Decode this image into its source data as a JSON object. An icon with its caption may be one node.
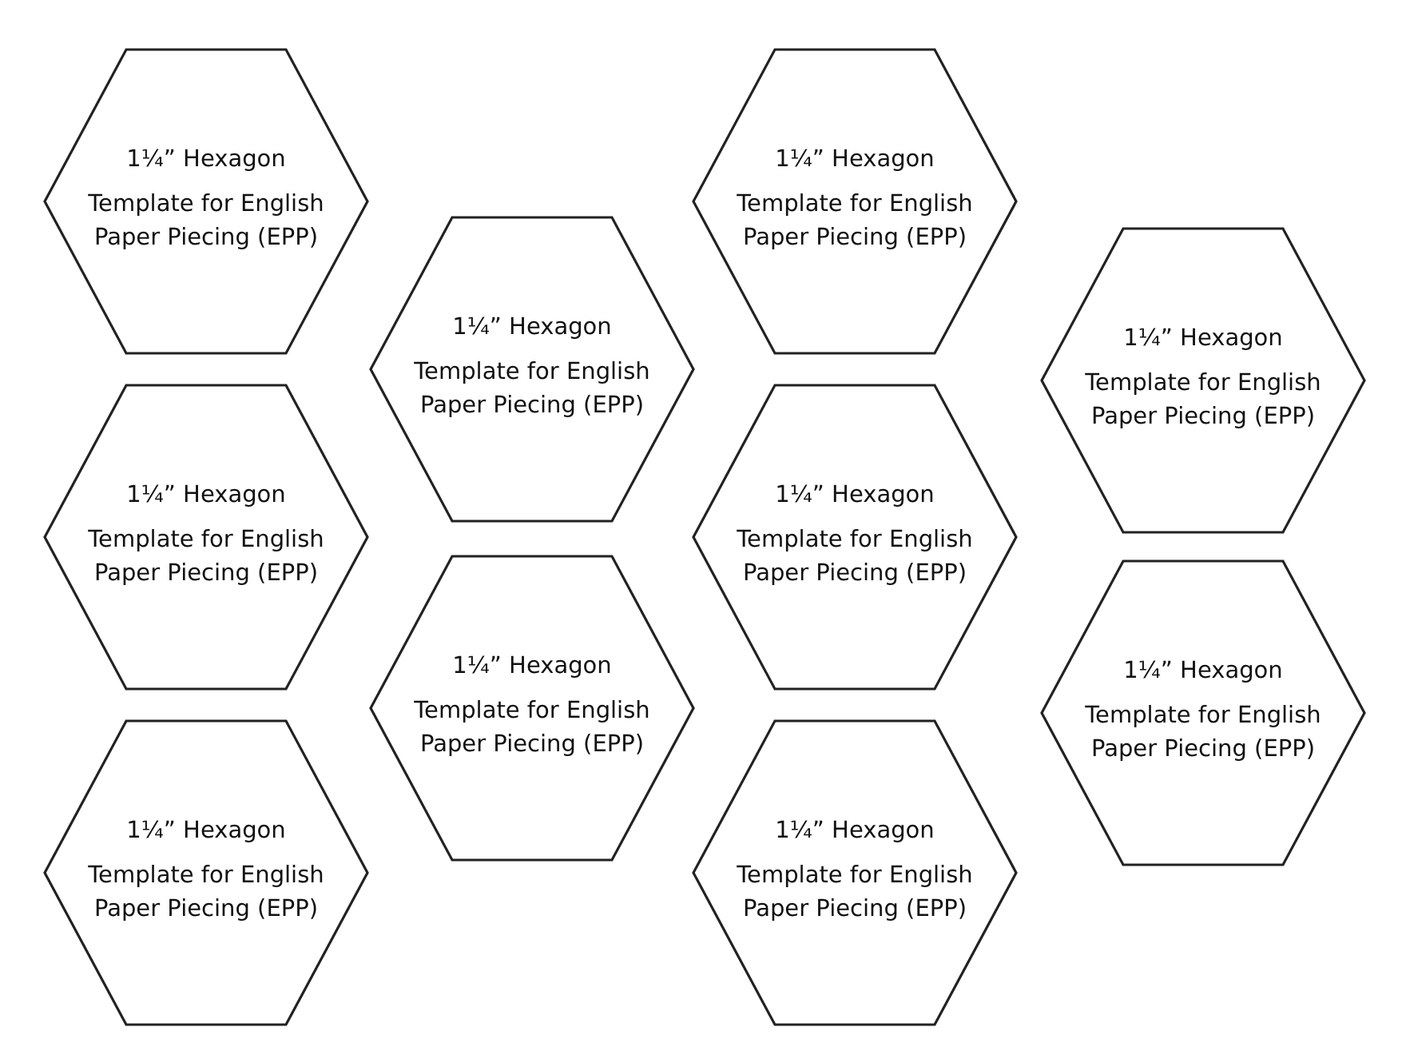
{
  "diagram": {
    "nodes": [
      {
        "text": [
          "1¼” Hexagon",
          "Template for English Paper Piecing (EPP)"
        ]
      },
      {
        "text": [
          "1¼” Hexagon",
          "Template for English Paper Piecing (EPP)"
        ]
      },
      {
        "text": [
          "1¼” Hexagon",
          "Template for English Paper Piecing (EPP)"
        ]
      },
      {
        "text": [
          "1¼” Hexagon",
          "Template for English Paper Piecing (EPP)"
        ]
      },
      {
        "text": [
          "1¼” Hexagon",
          "Template for English Paper Piecing (EPP)"
        ]
      },
      {
        "text": [
          "1¼” Hexagon",
          "Template for English Paper Piecing (EPP)"
        ]
      },
      {
        "text": [
          "1¼” Hexagon",
          "Template for English Paper Piecing (EPP)"
        ]
      },
      {
        "text": [
          "1¼” Hexagon",
          "Template for English Paper Piecing (EPP)"
        ]
      },
      {
        "text": [
          "1¼” Hexagon",
          "Template for English Paper Piecing (EPP)"
        ]
      },
      {
        "text": [
          "1¼” Hexagon",
          "Template for English Paper Piecing (EPP)"
        ]
      }
    ]
  }
}
